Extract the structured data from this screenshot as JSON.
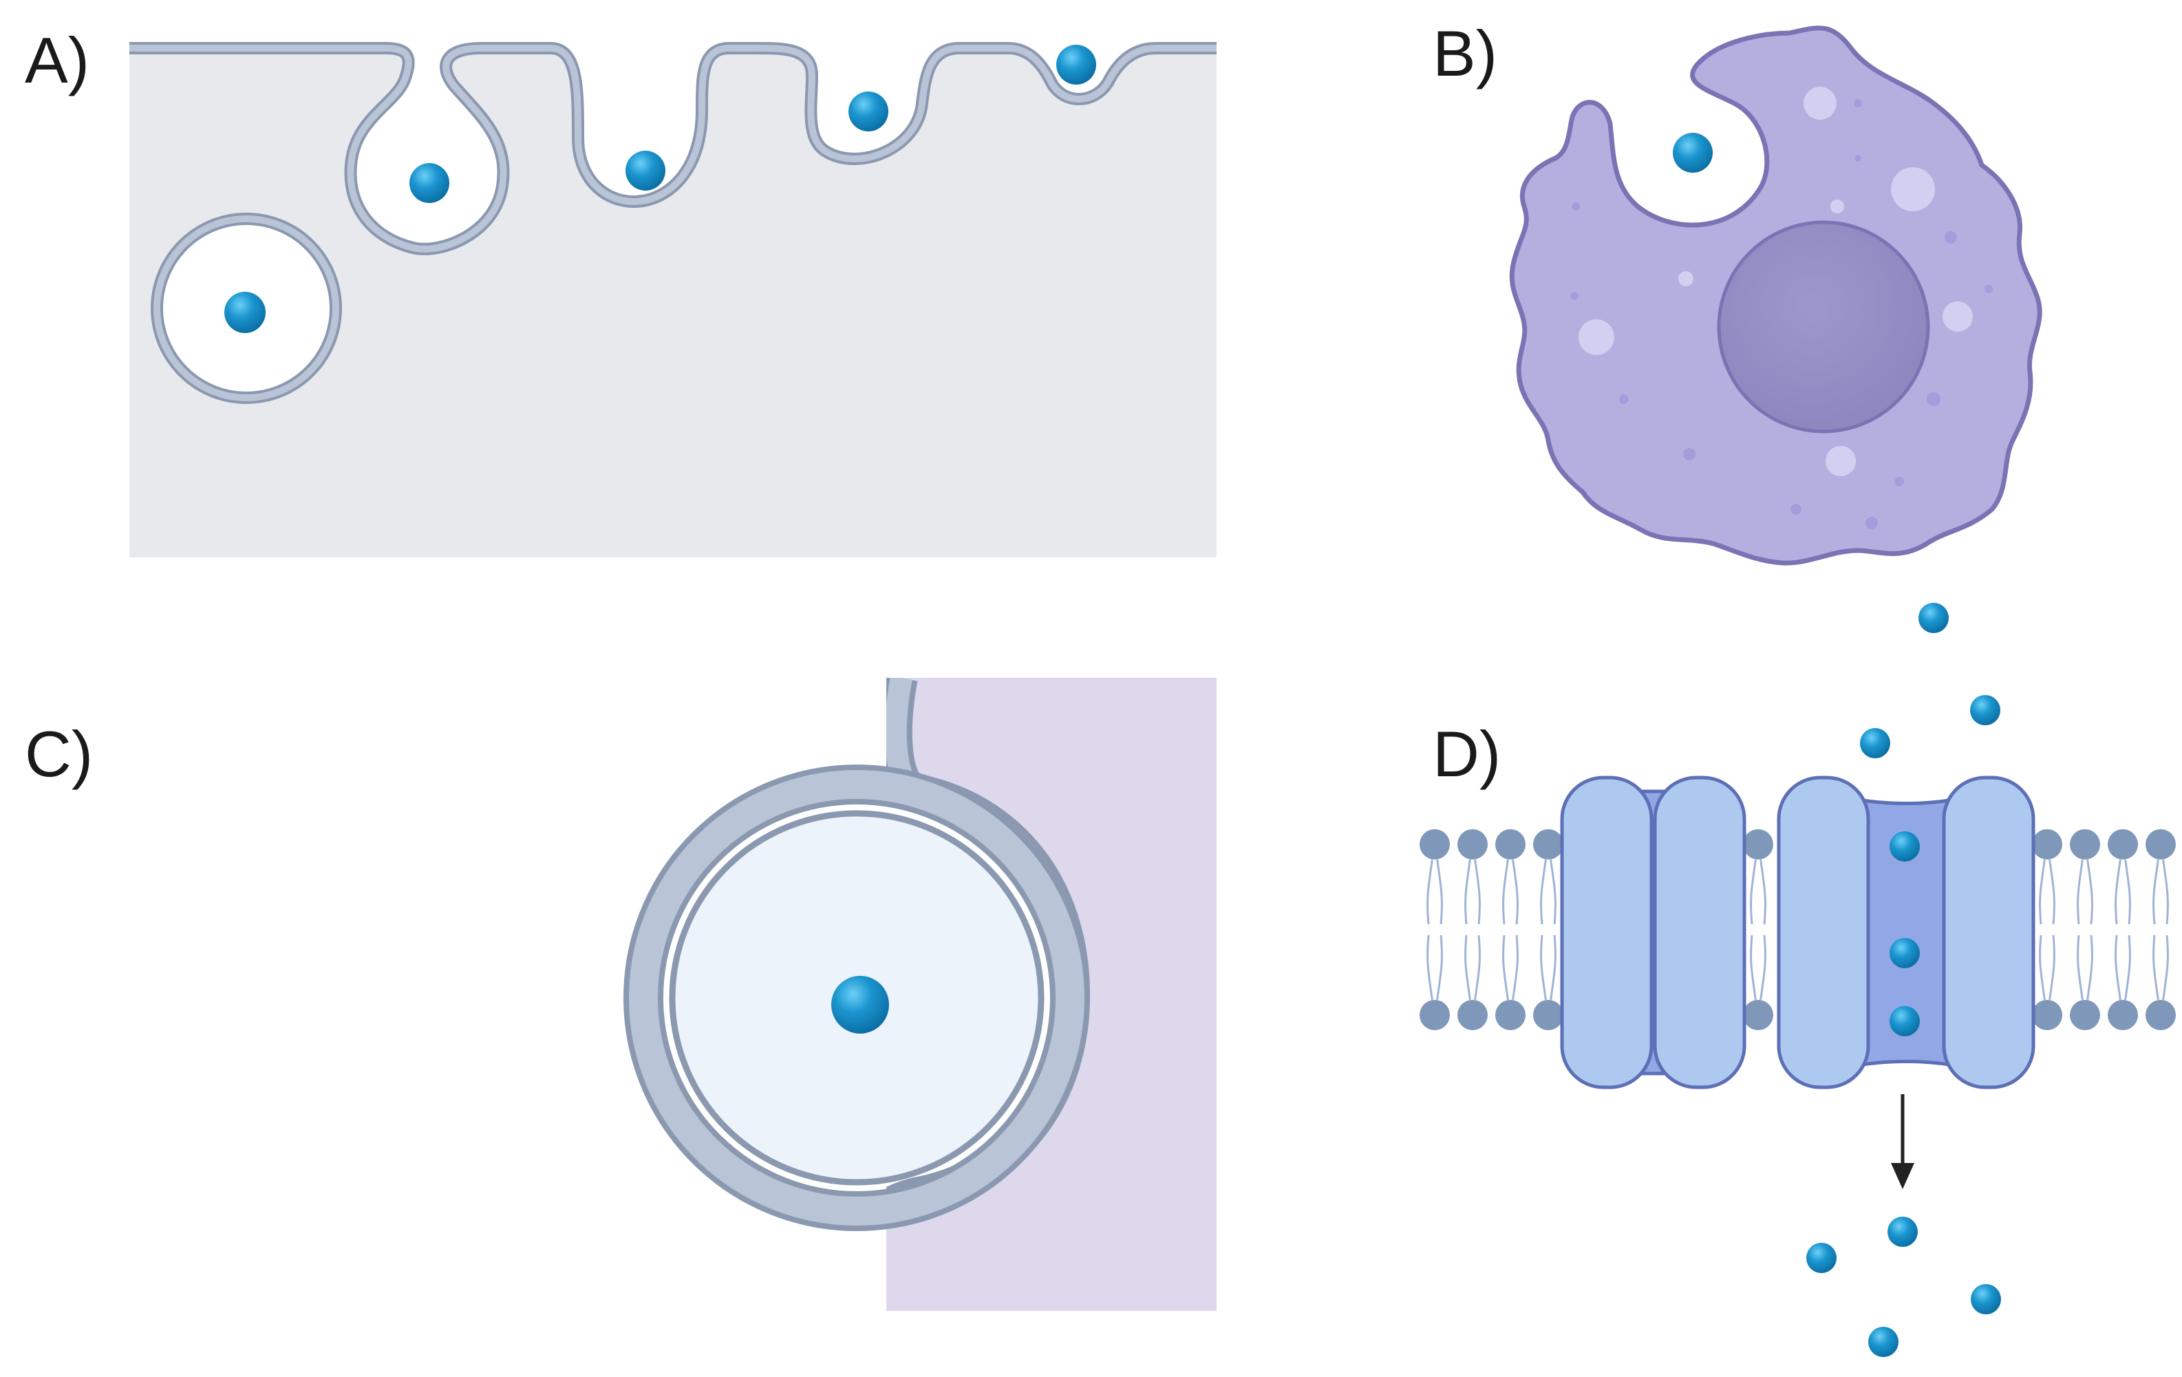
{
  "panels": {
    "a": {
      "label": "A)"
    },
    "b": {
      "label": "B)"
    },
    "c": {
      "label": "C)"
    },
    "d": {
      "label": "D)"
    }
  },
  "colors": {
    "cytoplasm": "#e8e9ec",
    "membrane_fill": "#b9c4d6",
    "membrane_edge": "#8a98b0",
    "particle": "#1b95cf",
    "particle_dark": "#0d77ad",
    "cell_body": "#b3b0e0",
    "cell_edge": "#7a73b4",
    "nucleus": "#9791c6",
    "host_cytoplasm": "#ddd8ec",
    "vesicle_lumen": "#edf3fb",
    "channel_protein": "#aec9ef",
    "channel_pore": "#92a7e6",
    "lipid_head": "#7f97b9"
  },
  "icons": {
    "particle": "particle-icon",
    "cell": "phagocytic-cell-icon",
    "arrow": "arrow-down-icon"
  }
}
